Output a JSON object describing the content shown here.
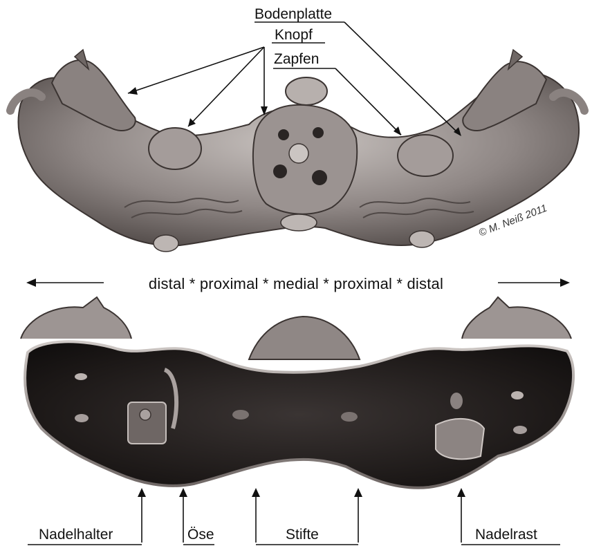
{
  "top_labels": {
    "bodenplatte": "Bodenplatte",
    "knopf": "Knopf",
    "zapfen": "Zapfen"
  },
  "copyright": "© M. Neiß 2011",
  "axis": {
    "text": "distal * proximal * medial * proximal * distal"
  },
  "bottom_labels": {
    "nadelhalter": "Nadelhalter",
    "oese": "Öse",
    "stifte": "Stifte",
    "nadelrast": "Nadelrast"
  }
}
